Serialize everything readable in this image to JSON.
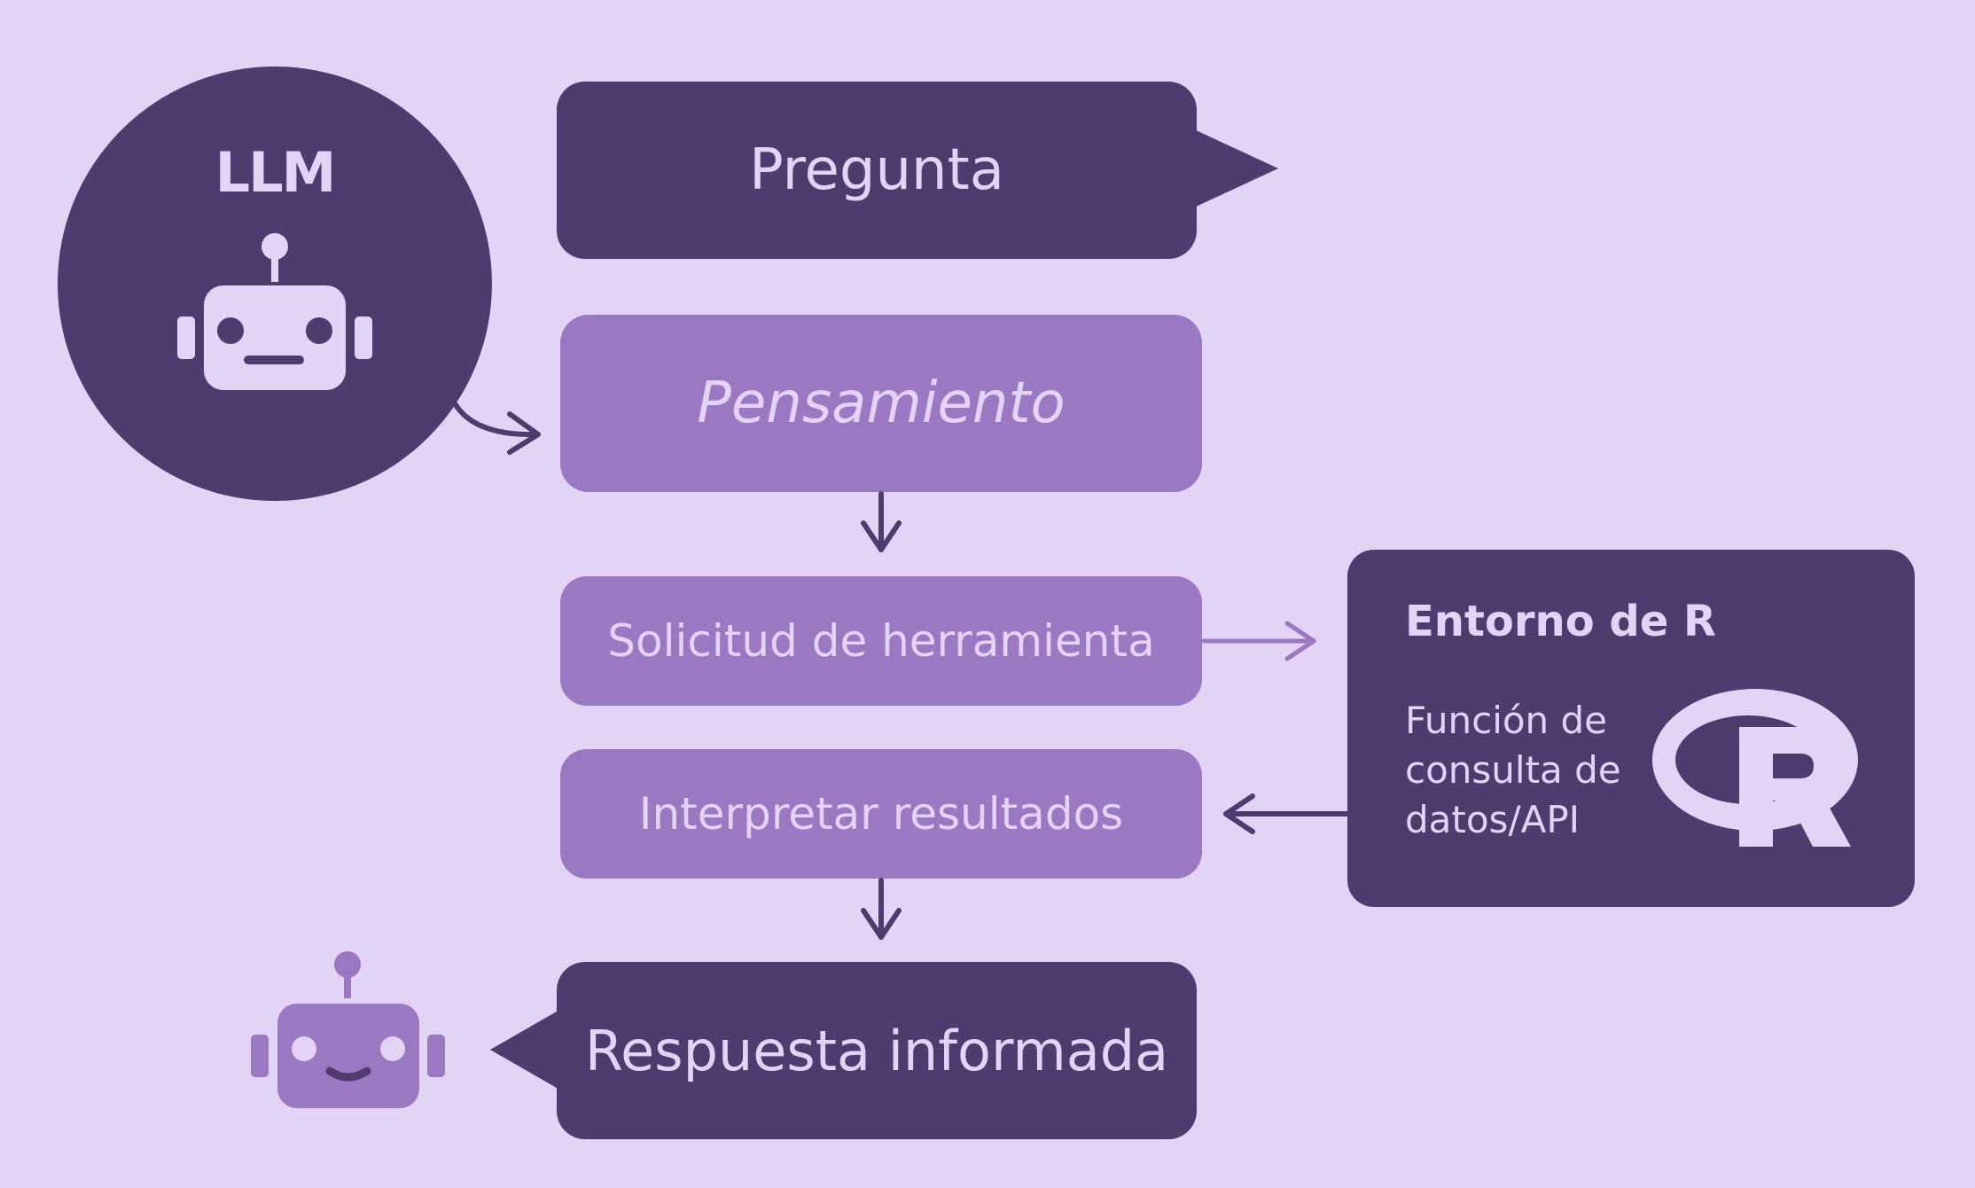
{
  "diagram": {
    "llm": {
      "label": "LLM",
      "icon": "robot-neutral-icon"
    },
    "steps": {
      "question": "Pregunta",
      "thinking": "Pensamiento",
      "tool_request": "Solicitud de herramienta",
      "interpret": "Interpretar resultados",
      "answer": "Respuesta informada"
    },
    "r_environment": {
      "title": "Entorno de R",
      "description_lines": [
        "Función de",
        "consulta de",
        "datos/API"
      ],
      "logo": "r-logo-icon"
    },
    "answer_icon": "robot-happy-icon"
  },
  "colors": {
    "background": "#e3d3f5",
    "dark": "#4f3b6e",
    "mid": "#9a79c2",
    "light_text": "#e3d3f5"
  }
}
